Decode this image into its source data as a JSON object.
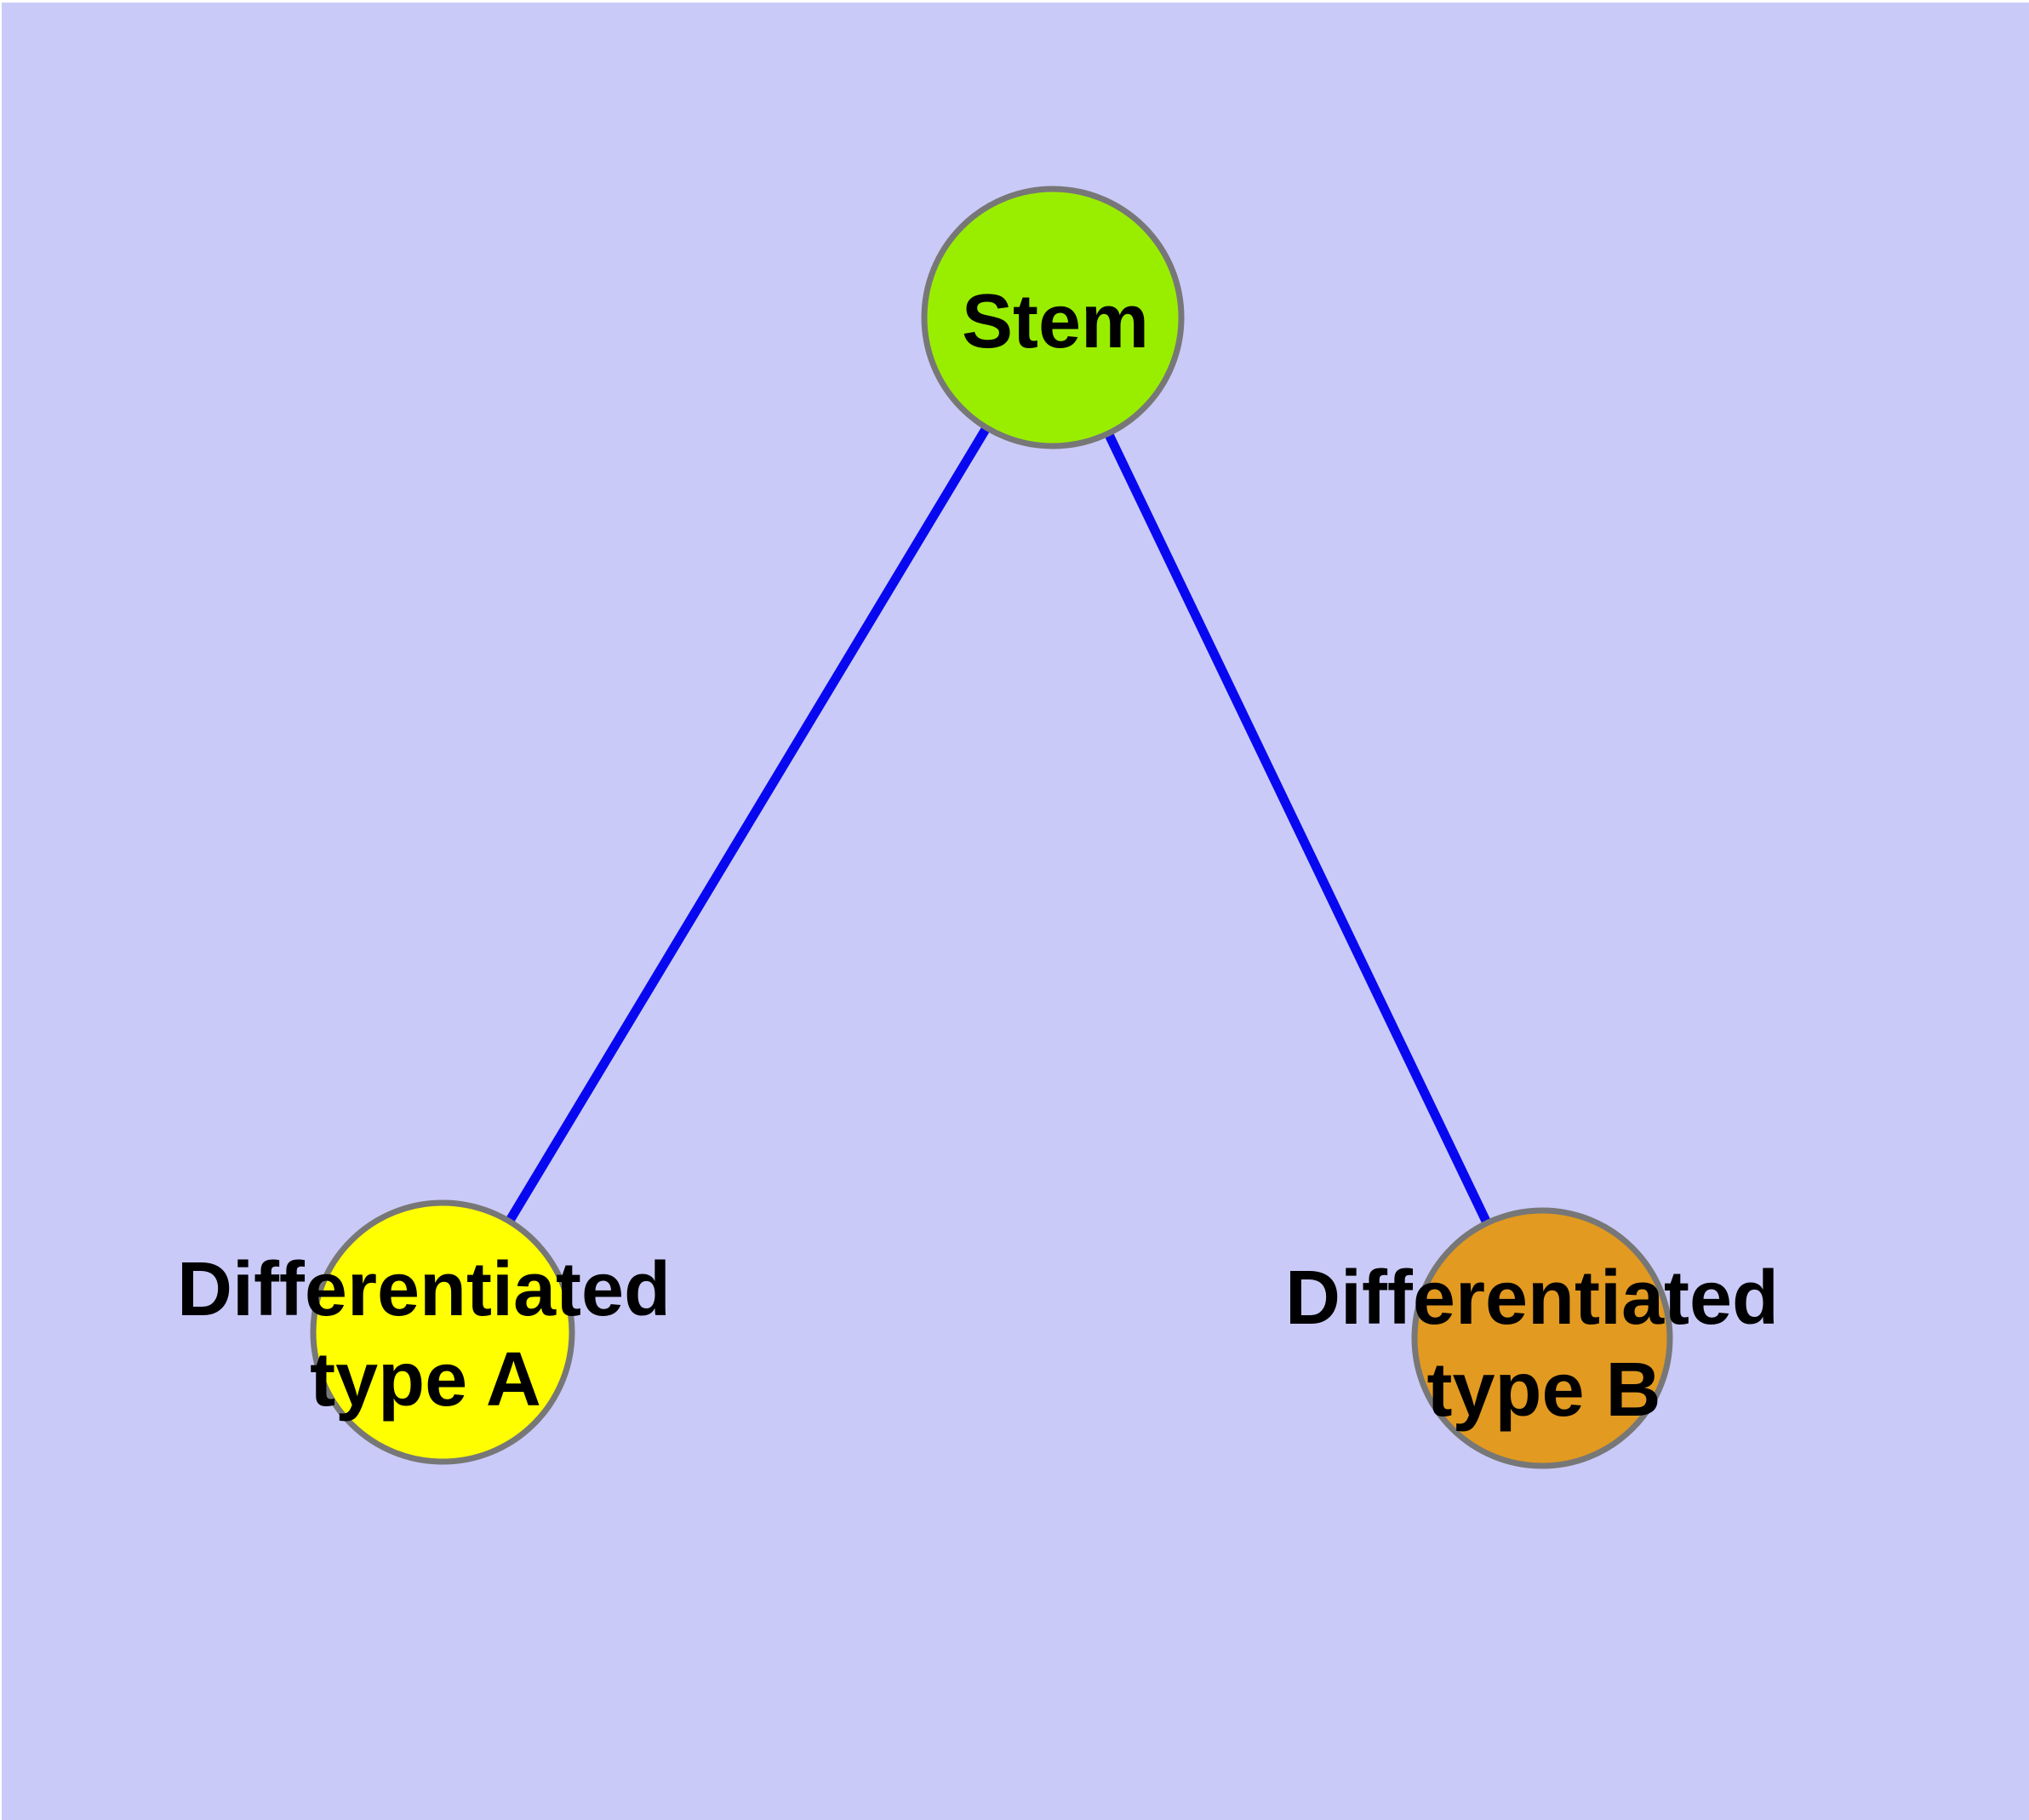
{
  "diagram": {
    "background_color": "#cacaf8",
    "edge_color": "#0808f0",
    "node_border_color": "#777777",
    "text_color": "#000000",
    "nodes": [
      {
        "id": "stem",
        "label_lines": [
          "Stem"
        ],
        "fill": "#99ee00"
      },
      {
        "id": "differentiated-type-a",
        "label_lines": [
          "Differentiated",
          "type A"
        ],
        "fill": "#ffff00"
      },
      {
        "id": "differentiated-type-b",
        "label_lines": [
          "Differentiated",
          "type B"
        ],
        "fill": "#e39a20"
      }
    ],
    "edges": [
      {
        "from": "Stem",
        "to": "Differentiated type A"
      },
      {
        "from": "Stem",
        "to": "Differentiated type B"
      }
    ]
  }
}
